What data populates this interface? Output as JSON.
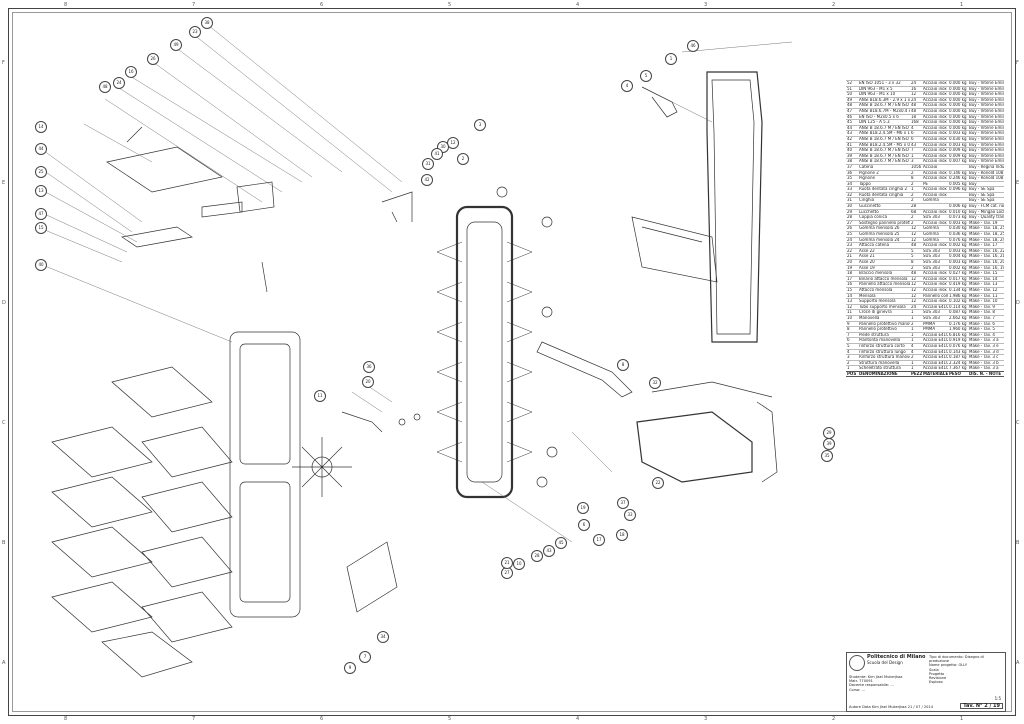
{
  "zones_top": [
    "8",
    "7",
    "6",
    "5",
    "4",
    "3",
    "2",
    "1"
  ],
  "zones_side": [
    "F",
    "E",
    "D",
    "C",
    "B",
    "A"
  ],
  "balloons": [
    "38",
    "23",
    "49",
    "26",
    "16",
    "24",
    "48",
    "14",
    "44",
    "25",
    "13",
    "47",
    "15",
    "40",
    "36",
    "20",
    "11",
    "2",
    "12",
    "5",
    "1",
    "3",
    "4",
    "46",
    "30",
    "41",
    "31",
    "42",
    "22",
    "34",
    "9",
    "7",
    "27",
    "10",
    "33",
    "37",
    "32",
    "29",
    "35",
    "8",
    "39",
    "45",
    "43",
    "28",
    "6",
    "19",
    "18",
    "17",
    "21"
  ],
  "bom": {
    "header": [
      "POS",
      "DENOMINAZIONE",
      "PEZZI",
      "MATERIALE",
      "PESO",
      "DIS. N. - NOTE"
    ],
    "rows": [
      [
        "52",
        "EN ISO 1051 - 3 x 32",
        "24",
        "Acciaio inox",
        "0.000 kg",
        "Buy - Viterie Emiliane"
      ],
      [
        "51",
        "DIN 963 - M1 x 5",
        "16",
        "Acciaio inox",
        "0.000 kg",
        "Buy - Viterie Emiliane"
      ],
      [
        "50",
        "DIN 963 - M1 x 10",
        "12",
        "Acciaio inox",
        "0.000 kg",
        "Buy - Viterie Emiliane"
      ],
      [
        "49",
        "ANSI B18.6.3M - 2.9 x 1 x 8",
        "24",
        "Acciaio inox",
        "0.000 kg",
        "Buy - Viterie Emiliane"
      ],
      [
        "48",
        "ANSI B 18.6.7 M / EN ISO - M2 x 0.4 x 8",
        "48",
        "Acciaio inox",
        "0.000 kg",
        "Buy - Viterie Emiliane"
      ],
      [
        "47",
        "ANSI B18.6.7M - M2x0.4 x 2.5",
        "48",
        "Acciaio inox",
        "0.000 kg",
        "Buy - Viterie Emiliane"
      ],
      [
        "46",
        "EN ISO - M2x0.5 x 6",
        "18",
        "Acciaio inox",
        "0.000 kg",
        "Buy - Viterie Emiliane"
      ],
      [
        "45",
        "DIN 125 - A 5.3",
        "168",
        "Acciaio inox",
        "0.000 kg",
        "Buy - Viterie Emiliane"
      ],
      [
        "44",
        "ANSI B 18.6.7 M / EN ISO - M5 x 0.8 x 40",
        "4",
        "Acciaio inox",
        "0.000 kg",
        "Buy - Viterie Emiliane"
      ],
      [
        "43",
        "ANSI B18.2.4.5M - M6 x 1.25",
        "6",
        "Acciaio inox",
        "0.003 kg",
        "Buy - Viterie Emiliane"
      ],
      [
        "42",
        "ANSI B 18.6.7 M / EN ISO - M6 x 1.25 x 65",
        "6",
        "Acciaio inox",
        "0.030 kg",
        "Buy - Viterie Emiliane"
      ],
      [
        "41",
        "ANSI B18.2.4.5M - M5 x 0.8",
        "43",
        "Acciaio inox",
        "0.003 kg",
        "Buy - Viterie Emiliane"
      ],
      [
        "40",
        "ANSI B 18.6.7 M / EN ISO - M5 x 0.8 x 50",
        "7",
        "Acciaio inox",
        "0.009 kg",
        "Buy - Viterie Emiliane"
      ],
      [
        "39",
        "ANSI B 18.6.7 M / EN ISO - M5 x 0.8 x 35",
        "1",
        "Acciaio inox",
        "0.009 kg",
        "Buy - Viterie Emiliane"
      ],
      [
        "38",
        "ANSI B 18.6.7 M / EN ISO - M5 x 0.8 x 25",
        "3",
        "Acciaio inox",
        "0.007 kg",
        "Buy - Viterie Emiliane"
      ],
      [
        "37",
        "Catena",
        "1056",
        "Acciaio",
        "",
        "Buy - Regina Industrial cat. no. 10685"
      ],
      [
        "36",
        "Pignone 2",
        "2",
        "Acciaio inox",
        "0.146 kg",
        "Buy - Ronold 1081/1T"
      ],
      [
        "35",
        "Pignone",
        "8",
        "Acciaio inox",
        "0.246 kg",
        "Buy - Ronold 1081/1HT"
      ],
      [
        "34",
        "Tappo",
        "2",
        "PE",
        "0.005 kg",
        "Buy"
      ],
      [
        "33",
        "Ruota dentata cinghia 2",
        "1",
        "Acciaio inox",
        "0.096 kg",
        "Buy - SE Spa"
      ],
      [
        "32",
        "Ruota dentata cinghia",
        "2",
        "Acciaio inox",
        "",
        "Buy - SE Spa"
      ],
      [
        "31",
        "Cinghia",
        "2",
        "Gomma",
        "",
        "Buy - SE Spa"
      ],
      [
        "30",
        "Guscinetto",
        "28",
        "",
        "0.006 kg",
        "Buy - FCM cat. no. 604"
      ],
      [
        "29",
        "Lucchetto",
        "68",
        "Acciaio inox",
        "0.010 kg",
        "Buy - Mingao Locks"
      ],
      [
        "28",
        "Coppia conica",
        "2",
        "SUS 303",
        "0.073 kg",
        "Buy - Quality transmission components - SBMS 3-30"
      ],
      [
        "27",
        "Sostegno pannello protettivo",
        "2",
        "Acciaio inox",
        "0.003 kg",
        "Make - Tav. 19"
      ],
      [
        "26",
        "Gomma mensola 26",
        "12",
        "Gomma",
        "0.030 kg",
        "Make - Tav. 18, 25"
      ],
      [
        "25",
        "Gomma mensola 25",
        "12",
        "Gomma",
        "0.036 kg",
        "Make - Tav. 18, 25"
      ],
      [
        "24",
        "Gomma mensola 24",
        "12",
        "Gomma",
        "0.076 kg",
        "Make - Tav. 18, 24"
      ],
      [
        "23",
        "Attacco catena",
        "48",
        "Acciaio inox",
        "0.002 kg",
        "Make - Tav. 17"
      ],
      [
        "22",
        "Asse 22",
        "5",
        "SUS 303",
        "0.003 kg",
        "Make - Tav. 16, 22"
      ],
      [
        "21",
        "Asse 21",
        "5",
        "SUS 303",
        "0.004 kg",
        "Make - Tav. 16, 21"
      ],
      [
        "20",
        "Asse 20",
        "8",
        "SUS 303",
        "0.003 kg",
        "Make - Tav. 16, 20"
      ],
      [
        "19",
        "Asse 19",
        "2",
        "SUS 303",
        "0.002 kg",
        "Make - Tav. 16, 19"
      ],
      [
        "18",
        "Braccio mensola",
        "48",
        "Acciaio inox",
        "0.027 kg",
        "Make - Tav. 15"
      ],
      [
        "17",
        "Binario attacco mensola",
        "12",
        "Acciaio inox",
        "0.017 kg",
        "Make - Tav. 14"
      ],
      [
        "16",
        "Pannello attacco mensola",
        "12",
        "Acciaio inox",
        "0.419 kg",
        "Make - Tav. 13"
      ],
      [
        "15",
        "Attacco mensola",
        "12",
        "Acciaio inox",
        "0.134 kg",
        "Make - Tav. 12"
      ],
      [
        "14",
        "Mensola",
        "12",
        "Pannello composito in alluminio DIBOND",
        "1.986 kg",
        "Make - Tav. 11"
      ],
      [
        "13",
        "Supporto mensola",
        "12",
        "Acciaio inox",
        "0.102 kg",
        "Make - Tav. 10"
      ],
      [
        "12",
        "Tubo supporto mensola",
        "24",
        "Acciaio E410",
        "0.114 kg",
        "Make - Tav. 9"
      ],
      [
        "11",
        "Croce di ginevra",
        "1",
        "SUS 303",
        "0.087 kg",
        "Make - Tav. 8"
      ],
      [
        "10",
        "Manovella",
        "1",
        "SUS 303",
        "2.662 kg",
        "Make - Tav. 7"
      ],
      [
        "9",
        "Pannello protettivo manovella",
        "2",
        "PMMA",
        "0.176 kg",
        "Make - Tav. 6"
      ],
      [
        "8",
        "Pannello protettivo",
        "1",
        "PMMA",
        "1.960 kg",
        "Make - Tav. 5"
      ],
      [
        "7",
        "Piede struttura",
        "1",
        "Acciaio E410",
        "6.816 kg",
        "Make - Tav. 4"
      ],
      [
        "6",
        "Piantonta manovella",
        "1",
        "Acciaio E410",
        "0.919 kg",
        "Make - Tav. 3 a"
      ],
      [
        "5",
        "rinforzo struttura corto",
        "4",
        "Acciaio E410",
        "0.076 kg",
        "Make - Tav. 3 e"
      ],
      [
        "4",
        "rinforzo struttura lungo",
        "4",
        "Acciaio E410",
        "0.143 kg",
        "Make - Tav. 3 d"
      ],
      [
        "3",
        "Rinforzo struttura manovelle",
        "2",
        "Acciaio E410",
        "0.187 kg",
        "Make - Tav. 3 c"
      ],
      [
        "2",
        "Struttura manovella",
        "1",
        "Acciaio E410",
        "2.324 kg",
        "Make - Tav. 3 b"
      ],
      [
        "1",
        "Scheletrato struttura",
        "1",
        "Acciaio E410",
        "7.367 kg",
        "Make - Tav. 3 a"
      ]
    ]
  },
  "title_block": {
    "university": "Politecnico di Milano",
    "school": "Scuola del Design",
    "lines": [
      "Studente: Kim Jisei Mukerjkaa",
      "Matr. 770091",
      "Docente responsabile: ...",
      "Corso: ..."
    ],
    "right_lines": [
      "Tipo di documento: Disegno di produzione",
      "Nome progetto: OLLY",
      "Scala",
      "Progetto",
      "Revisione",
      "Esploso"
    ],
    "bottom": [
      "Autore",
      "Data",
      "Kim Jisei Mukerjkaa",
      "21 / 07 / 2014"
    ],
    "sheet": "Tav. N° 2 / 19",
    "scale": "1:5"
  }
}
